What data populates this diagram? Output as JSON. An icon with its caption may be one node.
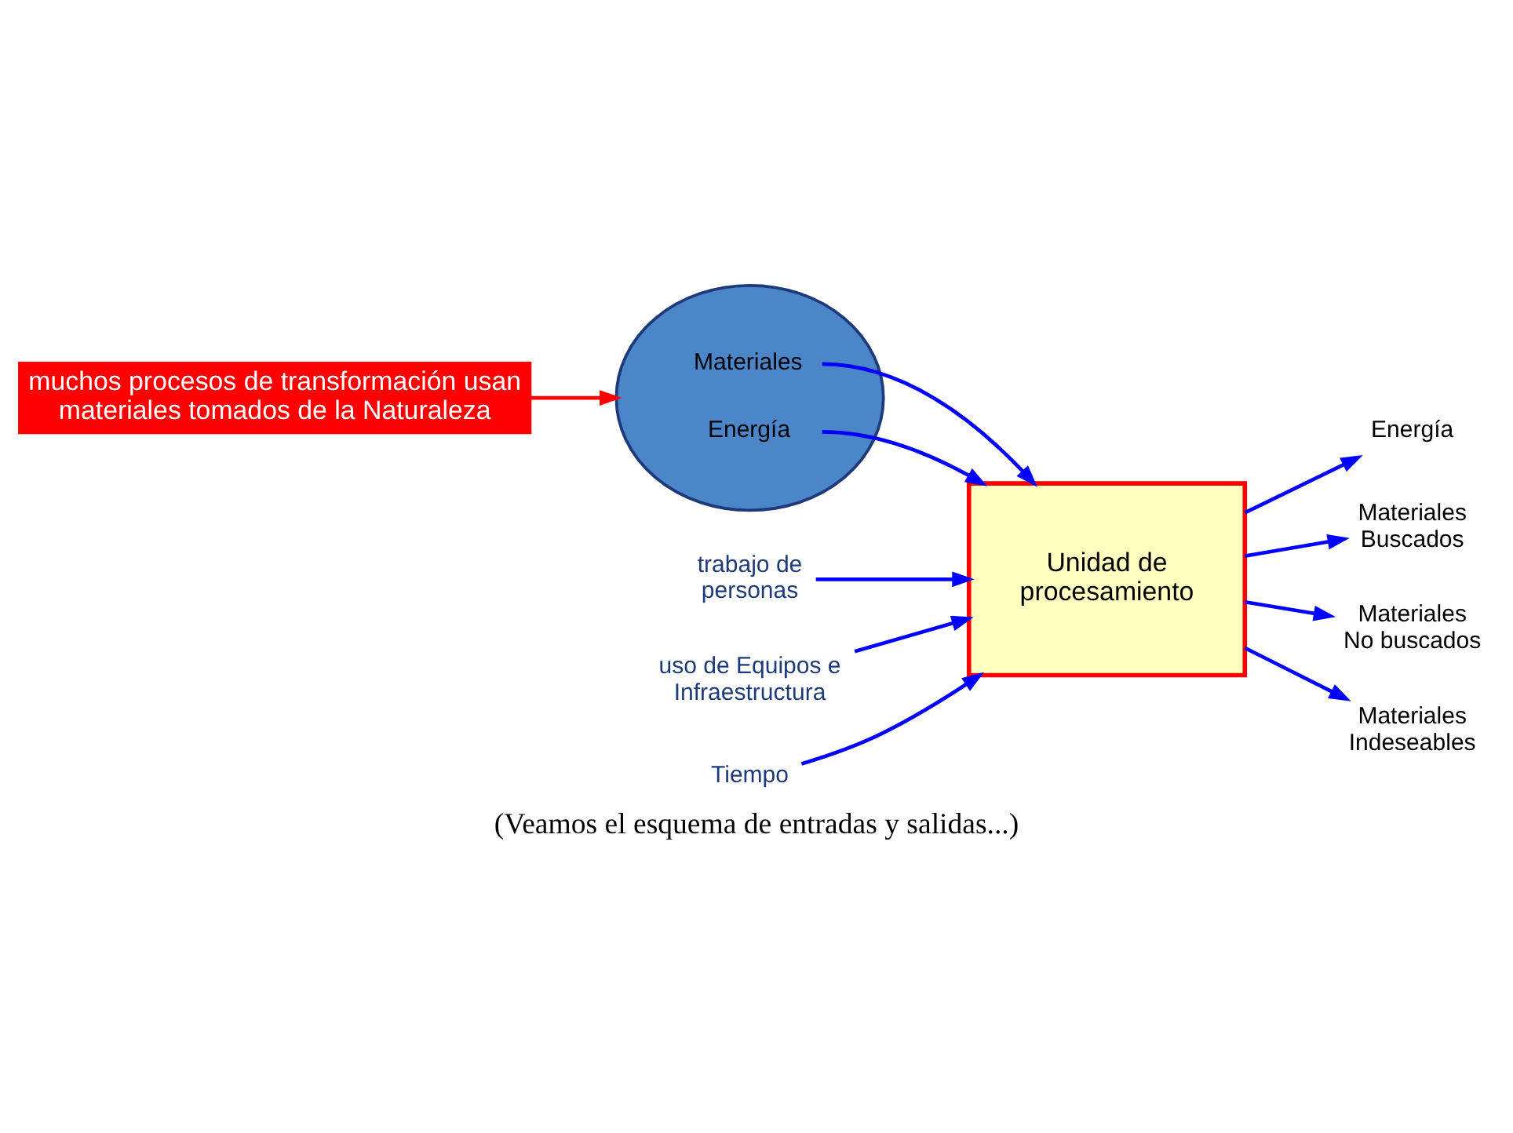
{
  "diagram": {
    "caption": "(Veamos el esquema de entradas y salidas...)",
    "nodes": [
      {
        "text": [
          "muchos procesos de transformación usan materiales tomados de la Naturaleza"
        ]
      },
      {
        "text": [
          "Materiales",
          "Energía"
        ]
      },
      {
        "text": [
          "Unidad de procesamiento"
        ]
      },
      {
        "text": [
          "Energía"
        ]
      },
      {
        "text": [
          "Materiales Buscados"
        ]
      },
      {
        "text": [
          "Materiales No buscados"
        ]
      },
      {
        "text": [
          "Materiales Indeseables"
        ]
      },
      {
        "text": [
          "trabajo de personas"
        ]
      },
      {
        "text": [
          "uso de Equipos e Infraestructura"
        ]
      },
      {
        "text": [
          "Tiempo"
        ]
      }
    ],
    "edges": [
      {
        "from": 0,
        "to": 1,
        "arrow": "to",
        "color": "#ff0000"
      },
      {
        "from": 1,
        "to": 2,
        "arrow": "to"
      },
      {
        "from": 1,
        "to": 2,
        "arrow": "to"
      },
      {
        "from": 2,
        "to": 3,
        "arrow": "to"
      },
      {
        "from": 2,
        "to": 4,
        "arrow": "to"
      },
      {
        "from": 2,
        "to": 5,
        "arrow": "to"
      },
      {
        "from": 2,
        "to": 6,
        "arrow": "to"
      },
      {
        "from": 7,
        "to": 2,
        "arrow": "to"
      },
      {
        "from": 8,
        "to": 2,
        "arrow": "to"
      },
      {
        "from": 9,
        "to": 2,
        "arrow": "to"
      }
    ]
  }
}
